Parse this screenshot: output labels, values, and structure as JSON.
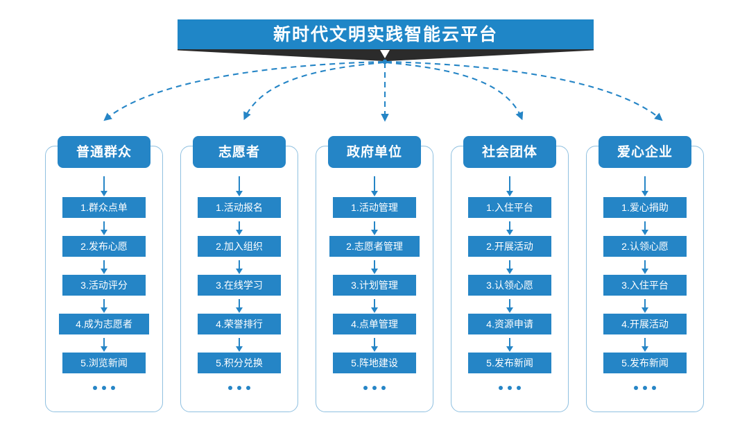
{
  "banner": {
    "title": "新时代文明实践智能云平台",
    "bar_color": "#1f86c7",
    "shadow_color": "#2b2b2b",
    "chevron": "▼"
  },
  "theme": {
    "accent": "#2585c6",
    "card_border": "#8fc0e0",
    "connector": "#2585c6",
    "background": "#ffffff"
  },
  "columns": [
    {
      "header": "普通群众",
      "items": [
        "1.群众点单",
        "2.发布心愿",
        "3.活动评分",
        "4.成为志愿者",
        "5.浏览新闻"
      ],
      "more": "..."
    },
    {
      "header": "志愿者",
      "items": [
        "1.活动报名",
        "2.加入组织",
        "3.在线学习",
        "4.荣誉排行",
        "5.积分兑换"
      ],
      "more": "..."
    },
    {
      "header": "政府单位",
      "items": [
        "1.活动管理",
        "2.志愿者管理",
        "3.计划管理",
        "4.点单管理",
        "5.阵地建设"
      ],
      "more": "..."
    },
    {
      "header": "社会团体",
      "items": [
        "1.入住平台",
        "2.开展活动",
        "3.认领心愿",
        "4.资源申请",
        "5.发布新闻"
      ],
      "more": "..."
    },
    {
      "header": "爱心企业",
      "items": [
        "1.爱心捐助",
        "2.认领心愿",
        "3.入住平台",
        "4.开展活动",
        "5.发布新闻"
      ],
      "more": "..."
    }
  ]
}
